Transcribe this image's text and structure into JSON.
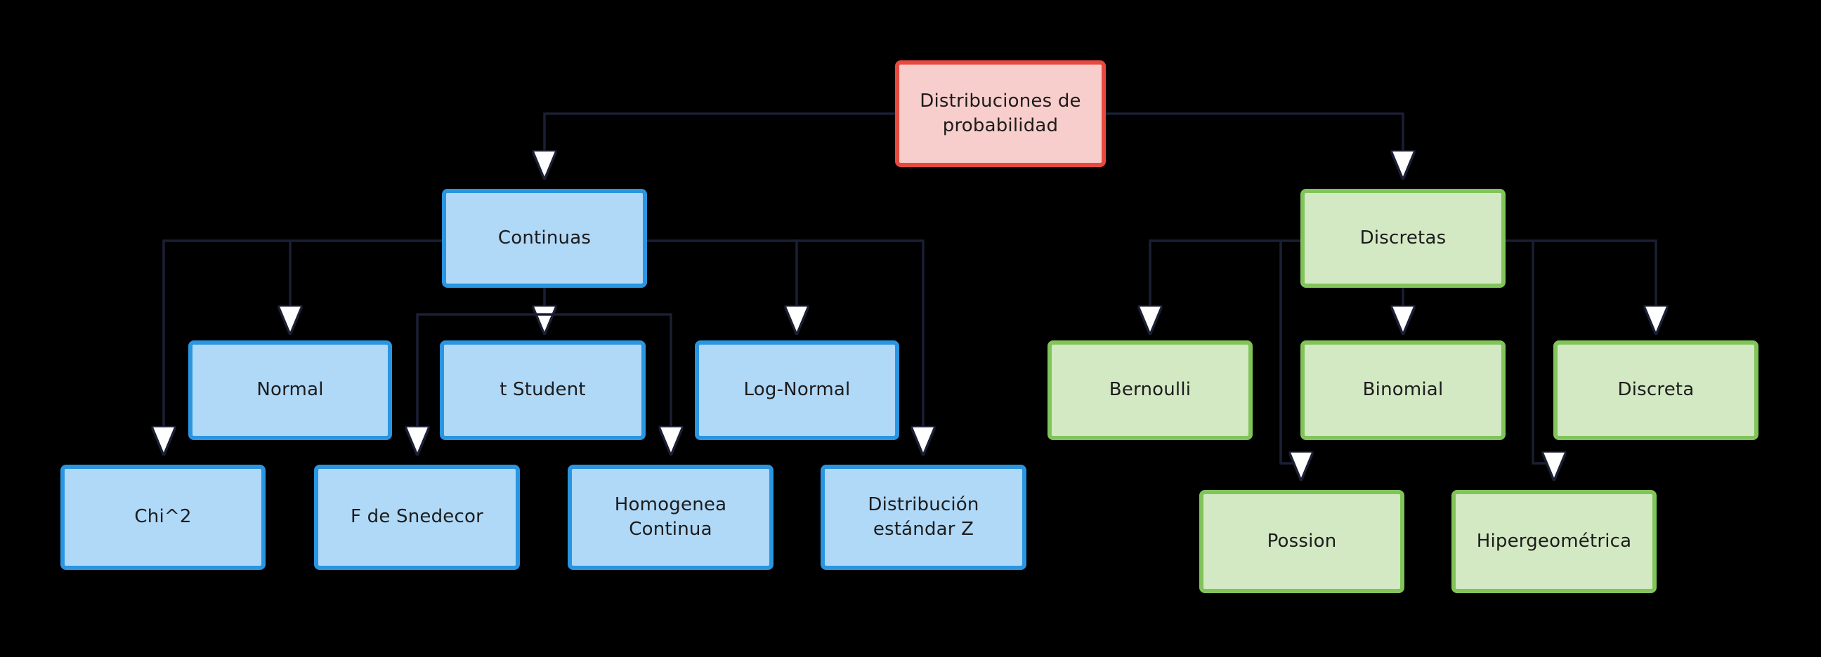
{
  "diagram": {
    "title": "Distribuciones de probabilidad",
    "background_color": "#000000",
    "edge_color": "#1b1f33",
    "palette": {
      "root_fill": "#f8cecc",
      "root_border": "#e8493f",
      "continuous_fill": "#b0d8f7",
      "continuous_border": "#2a95e0",
      "discrete_fill": "#d3e9c4",
      "discrete_border": "#81c45a"
    },
    "nodes": {
      "root": {
        "label": "Distribuciones de\nprobabilidad"
      },
      "continuas": {
        "label": "Continuas"
      },
      "normal": {
        "label": "Normal"
      },
      "t_student": {
        "label": "t Student"
      },
      "log_normal": {
        "label": "Log-Normal"
      },
      "chi2": {
        "label": "Chi^2"
      },
      "f_snedecor": {
        "label": "F de Snedecor"
      },
      "homogenea": {
        "label": "Homogenea\nContinua"
      },
      "estandar_z": {
        "label": "Distribución\nestándar Z"
      },
      "discretas": {
        "label": "Discretas"
      },
      "bernoulli": {
        "label": "Bernoulli"
      },
      "binomial": {
        "label": "Binomial"
      },
      "discreta": {
        "label": "Discreta"
      },
      "possion": {
        "label": "Possion"
      },
      "hipergeometrica": {
        "label": "Hipergeométrica"
      }
    }
  }
}
